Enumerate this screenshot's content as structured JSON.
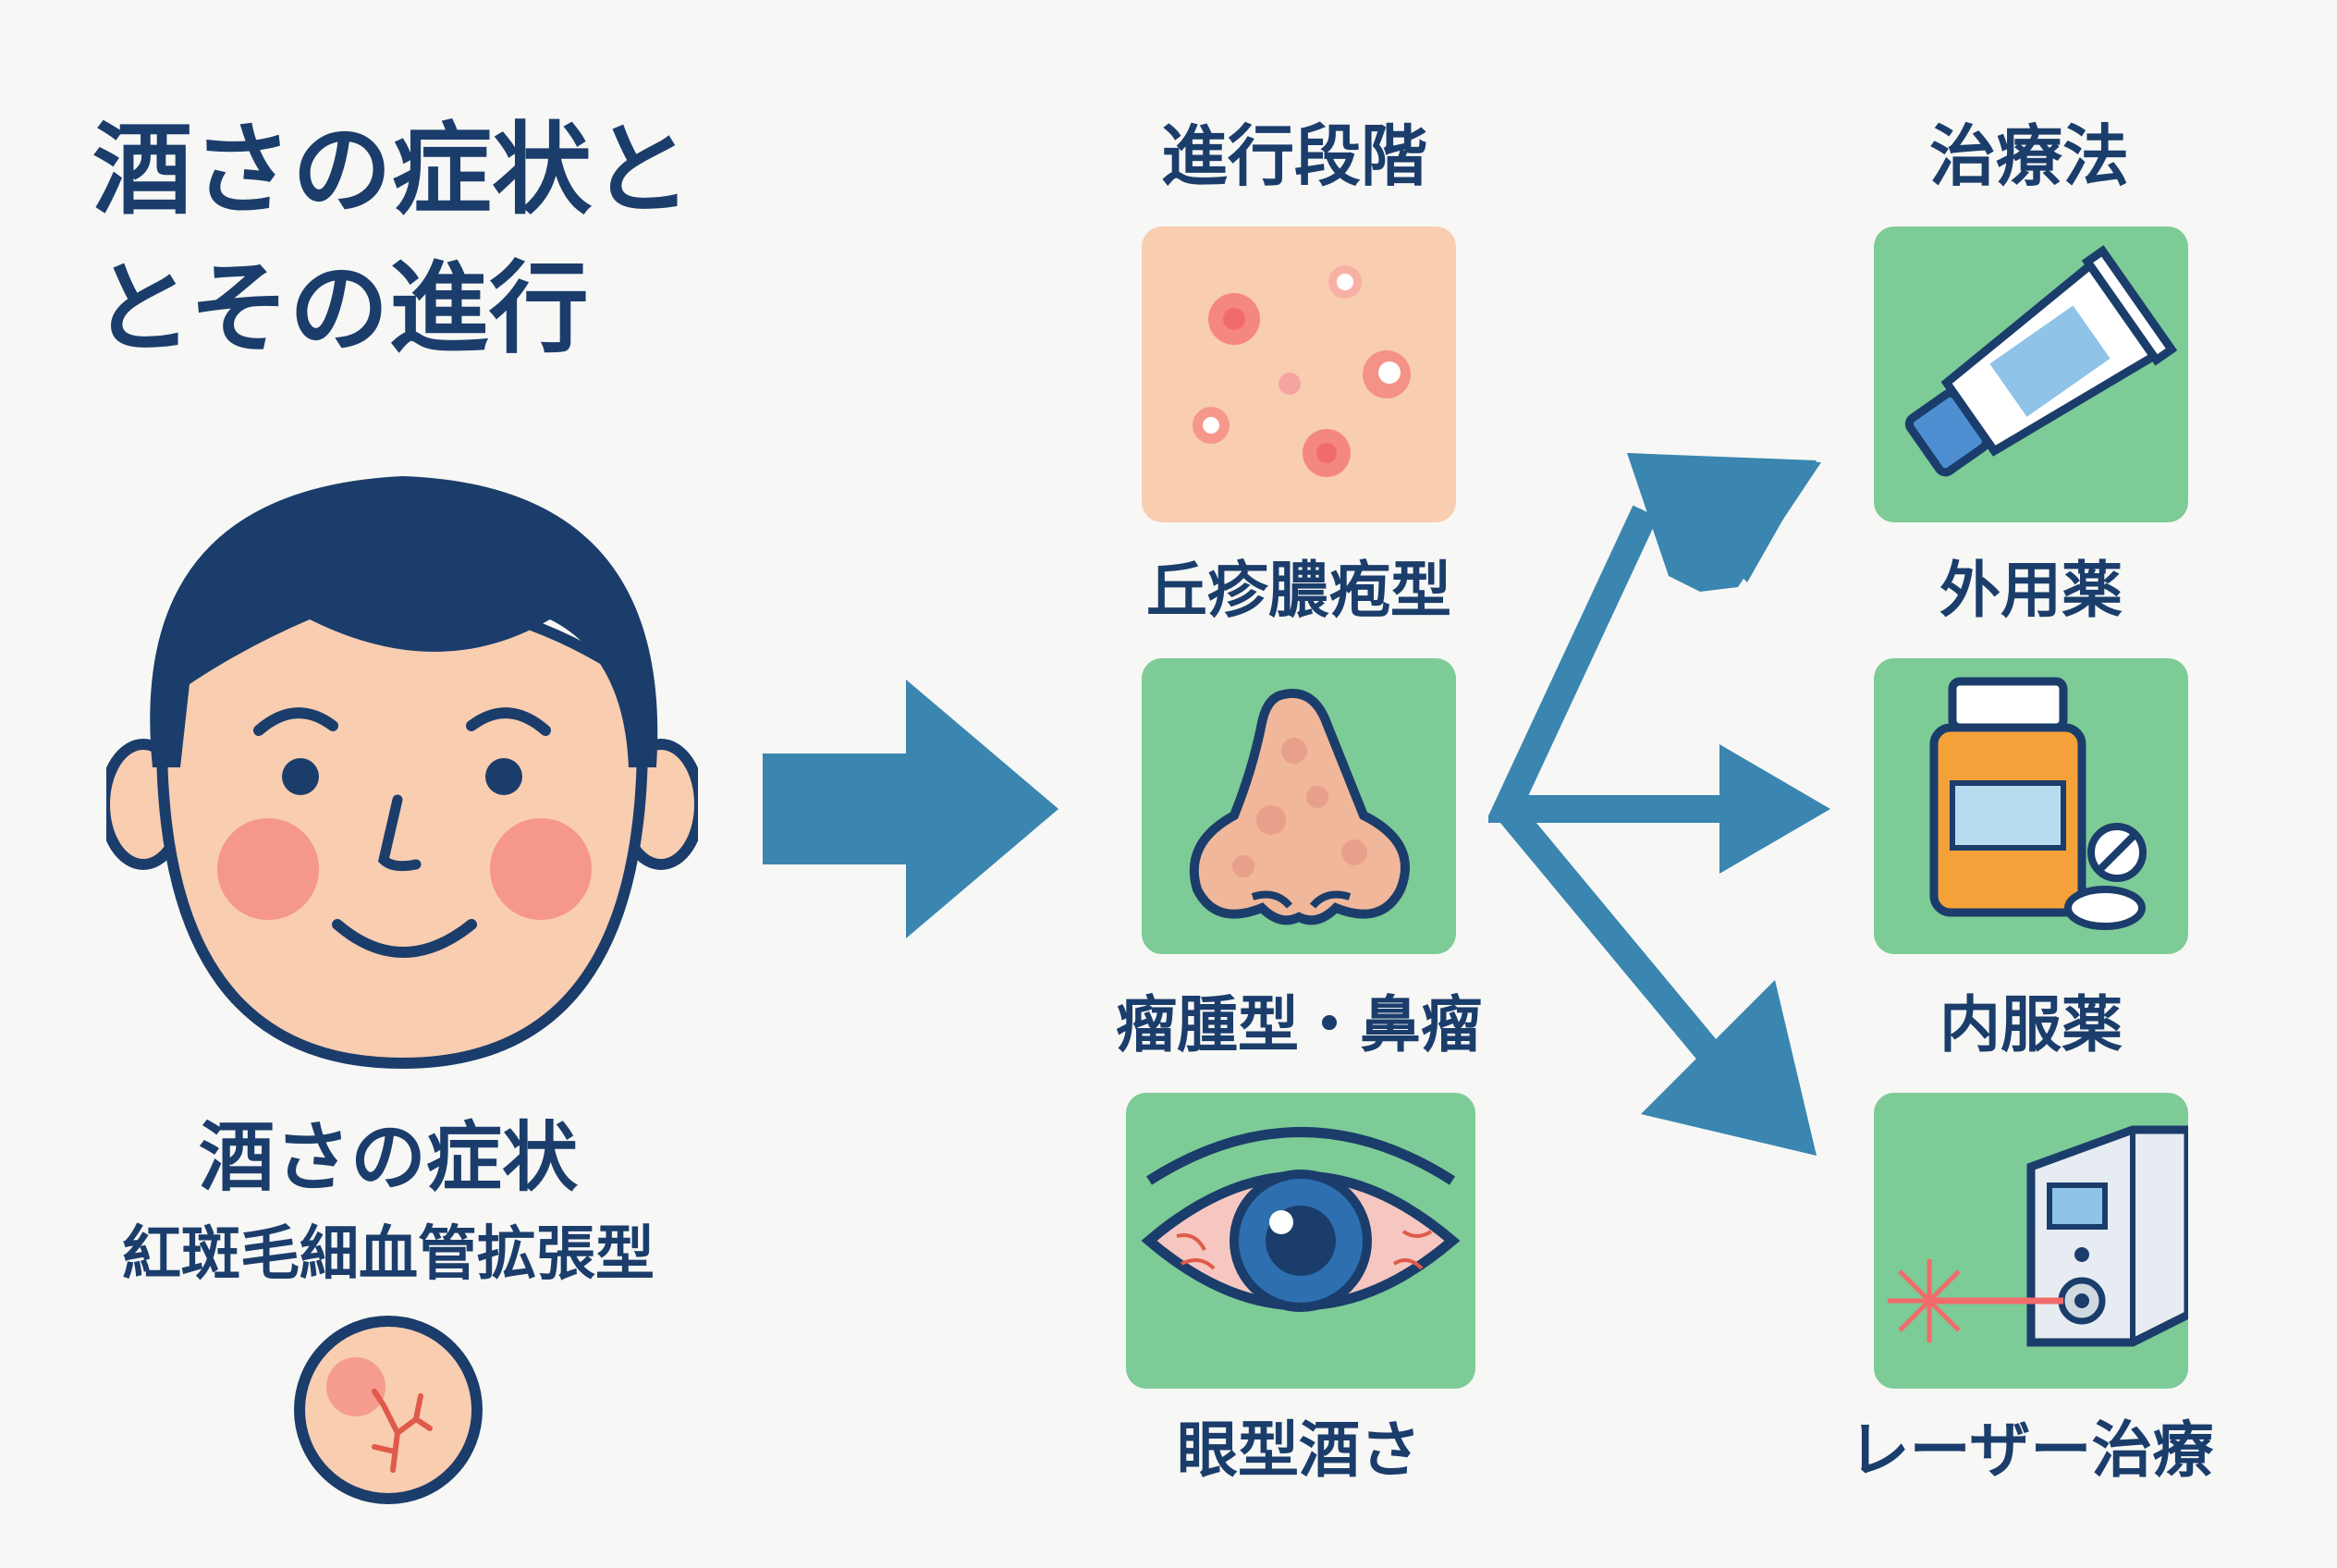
{
  "title_line1": "酒さの症状と",
  "title_line2": "とその進行",
  "symptom": {
    "title": "酒さの症状",
    "subtype": "紅斑毛細血管拡張型"
  },
  "stages": {
    "heading": "進行段階",
    "items": [
      {
        "label": "丘疹膿疱型",
        "icon": "pimples-skin-icon"
      },
      {
        "label": "瘤腫型・鼻瘤",
        "icon": "swollen-nose-icon"
      },
      {
        "label": "眼型酒さ",
        "icon": "red-eye-icon"
      }
    ]
  },
  "treatments": {
    "heading": "治療法",
    "items": [
      {
        "label": "外用薬",
        "icon": "ointment-tube-icon"
      },
      {
        "label": "内服薬",
        "icon": "pill-bottle-icon"
      },
      {
        "label": "レーザー治療",
        "icon": "laser-device-icon"
      }
    ]
  },
  "colors": {
    "navy": "#1b3d6b",
    "arrow_blue": "#3a86b0",
    "tile_green": "#7dcb96",
    "tile_peach": "#f8cdb0",
    "skin": "#f8cdb0",
    "blush": "#f26b6b"
  }
}
